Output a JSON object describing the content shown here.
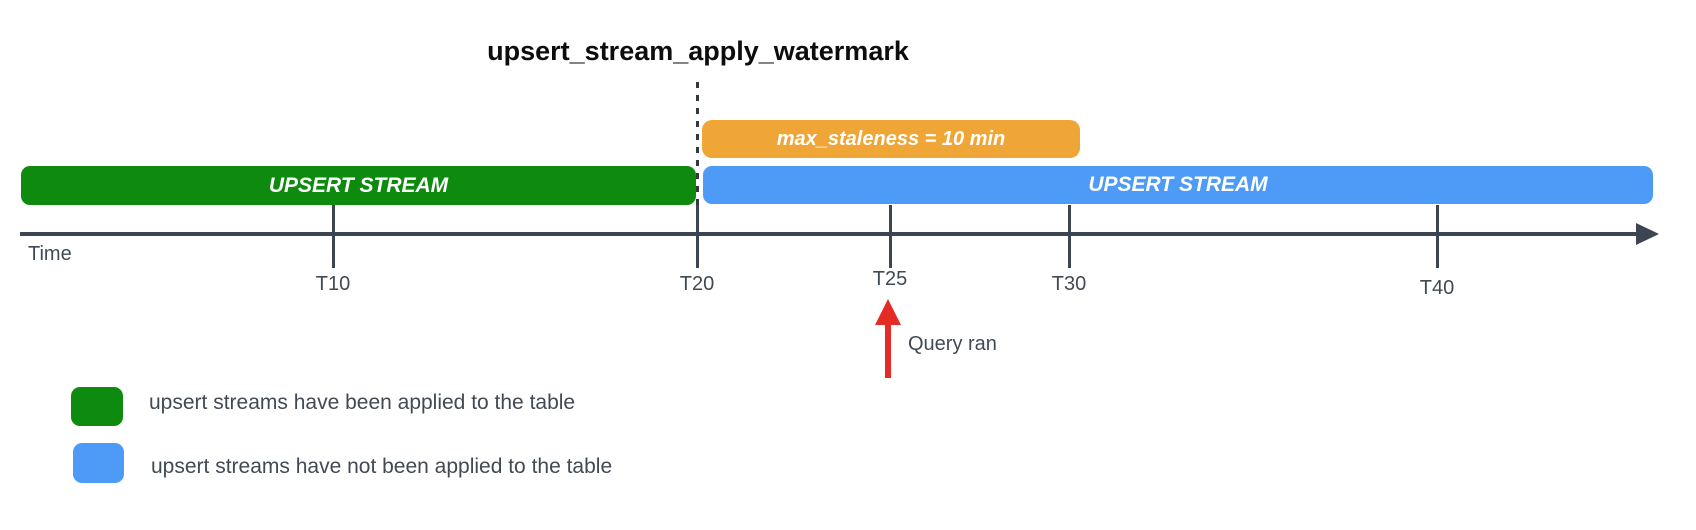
{
  "title": "upsert_stream_apply_watermark",
  "colors": {
    "applied_green": "#0e8b0e",
    "pending_blue": "#4d9bf6",
    "staleness_orange": "#f0a636",
    "query_arrow_red": "#e42b26",
    "axis_dark": "#3d4650",
    "label_text": "#414a54"
  },
  "bars": {
    "staleness": {
      "label": "max_staleness = 10 min"
    },
    "applied": {
      "label": "UPSERT STREAM"
    },
    "pending": {
      "label": "UPSERT STREAM"
    }
  },
  "timeline": {
    "axis_label": "Time",
    "ticks": [
      {
        "label": "T10"
      },
      {
        "label": "T20"
      },
      {
        "label": "T25"
      },
      {
        "label": "T30"
      },
      {
        "label": "T40"
      }
    ]
  },
  "annotation": {
    "query_ran": "Query ran"
  },
  "legend": [
    {
      "color": "#0e8b0e",
      "label": "upsert streams have been applied to the table"
    },
    {
      "color": "#4d9bf6",
      "label": "upsert streams have not been applied to the table"
    }
  ]
}
